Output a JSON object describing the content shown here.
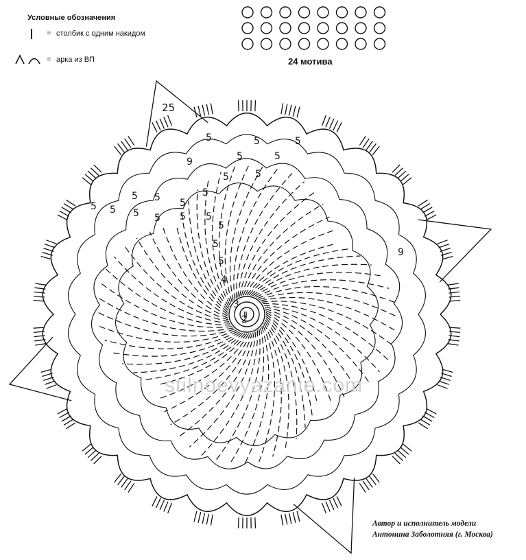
{
  "legend": {
    "title": "Условные обозначения",
    "items": [
      {
        "symbol": "dc-icon",
        "eq": "=",
        "label": "столбик с одним накидом"
      },
      {
        "symbol": "chain-arch-icon",
        "eq": "=",
        "label": "арка из ВП"
      }
    ]
  },
  "motif_count_label": "24 мотива",
  "motif_grid": {
    "rows": 3,
    "cols": 8
  },
  "diagram": {
    "round_numbers": [
      "2",
      "3",
      "4",
      "5",
      "5",
      "5",
      "5",
      "5",
      "5",
      "5",
      "5",
      "5",
      "5",
      "5",
      "5",
      "5",
      "5",
      "5",
      "5",
      "5",
      "5",
      "5",
      "5",
      "9",
      "9",
      "25"
    ],
    "center_label": "Ⅱ"
  },
  "watermark": "stilnoevyazanie.com",
  "credit": {
    "line1": "Автор и исполнитель модели",
    "line2": "Антонина Заболотняя (г. Москва)"
  },
  "colors": {
    "ink": "#111111",
    "watermark": "#d2d2d2"
  }
}
